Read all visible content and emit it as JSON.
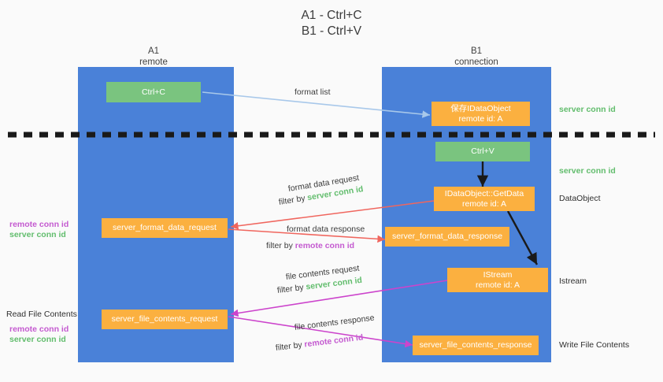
{
  "title": {
    "line1": "A1 - Ctrl+C",
    "line2": "B1 - Ctrl+V"
  },
  "columns": [
    {
      "name": "A1",
      "sub": "remote"
    },
    {
      "name": "B1",
      "sub": "connection"
    }
  ],
  "boxes": {
    "ctrl_c": "Ctrl+C",
    "ctrl_v": "Ctrl+V",
    "store_dataobject_l1": "保存IDataObject",
    "store_dataobject_l2": "remote id: A",
    "getdata_l1": "IDataObject::GetData",
    "getdata_l2": "remote id: A",
    "istream_l1": "IStream",
    "istream_l2": "remote id: A",
    "server_format_data_request": "server_format_data_request",
    "server_format_data_response": "server_format_data_response",
    "server_file_contents_request": "server_file_contents_request",
    "server_file_contents_response": "server_file_contents_response"
  },
  "arrow_labels": {
    "format_list": "format list",
    "format_data_request": "format data request",
    "format_data_filter_prefix": "filter by ",
    "format_data_filter_key": "server conn id",
    "format_data_response": "format data response",
    "format_data_response_filter_prefix": "filter by ",
    "format_data_response_filter_key": "remote conn id",
    "file_contents_request": "file contents request",
    "file_contents_filter_prefix": "filter by ",
    "file_contents_filter_key": "server conn id",
    "file_contents_response": "file contents response",
    "file_contents_response_filter_prefix": "filter by ",
    "file_contents_response_filter_key": "remote conn id"
  },
  "right_labels": {
    "server_conn_id_top": "server conn id",
    "server_conn_id_mid": "server conn id",
    "dataobject": "DataObject",
    "istream": "Istream",
    "write_file_contents": "Write File Contents"
  },
  "left_labels": {
    "remote_conn_id_1": "remote conn id",
    "server_conn_id_1": "server conn id",
    "read_file_contents": "Read File Contents",
    "remote_conn_id_2": "remote conn id",
    "server_conn_id_2": "server conn id"
  },
  "colors": {
    "lane": "#4a81d8",
    "green_box": "#7ac47f",
    "orange_box": "#fbb040",
    "green_text": "#62bd6d",
    "purple_text": "#c45ad0",
    "red_arrow": "#f0665e",
    "magenta_arrow": "#cc44cc",
    "blue_arrow": "#a8c8ea",
    "black_arrow": "#1a1a1a",
    "background": "#fafafa"
  }
}
